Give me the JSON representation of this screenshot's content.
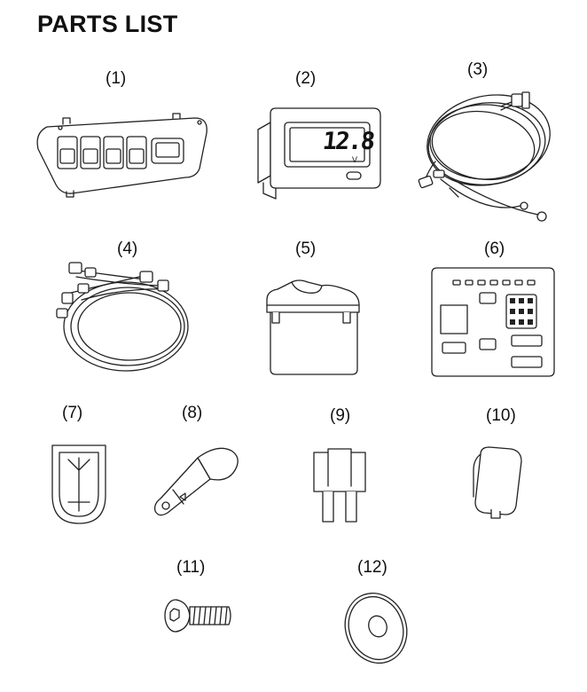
{
  "heading": "PARTS LIST",
  "parts": [
    {
      "label": "(1)"
    },
    {
      "label": "(2)",
      "display_value": "12.8",
      "display_unit": "V"
    },
    {
      "label": "(3)"
    },
    {
      "label": "(4)"
    },
    {
      "label": "(5)"
    },
    {
      "label": "(6)"
    },
    {
      "label": "(7)"
    },
    {
      "label": "(8)"
    },
    {
      "label": "(9)"
    },
    {
      "label": "(10)"
    },
    {
      "label": "(11)"
    },
    {
      "label": "(12)"
    }
  ]
}
